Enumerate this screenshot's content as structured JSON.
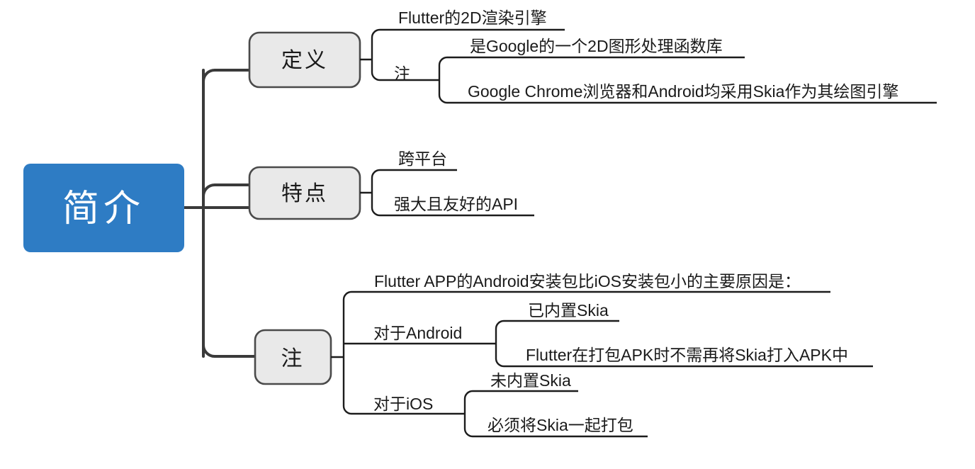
{
  "diagram": {
    "type": "mind-map",
    "title": "简介",
    "background_color": "#ffffff",
    "root_color": "#2e7cc4",
    "node_fill_color": "#e9e9e9",
    "node_border_color": "#4a4a4a",
    "line_color": "#1c1c1c"
  },
  "root": {
    "label": "简介"
  },
  "branches": [
    {
      "label": "定义",
      "children": [
        {
          "label": "Flutter的2D渲染引擎"
        },
        {
          "label": "注",
          "children": [
            {
              "label": "是Google的一个2D图形处理函数库"
            },
            {
              "label": "Google Chrome浏览器和Android均采用Skia作为其绘图引擎"
            }
          ]
        }
      ]
    },
    {
      "label": "特点",
      "children": [
        {
          "label": "跨平台"
        },
        {
          "label": "强大且友好的API"
        }
      ]
    },
    {
      "label": "注",
      "children": [
        {
          "label": "Flutter APP的Android安装包比iOS安装包小的主要原因是："
        },
        {
          "label": "对于Android",
          "children": [
            {
              "label": "已内置Skia"
            },
            {
              "label": "Flutter在打包APK时不需再将Skia打入APK中"
            }
          ]
        },
        {
          "label": "对于iOS",
          "children": [
            {
              "label": "未内置Skia"
            },
            {
              "label": "必须将Skia一起打包"
            }
          ]
        }
      ]
    }
  ]
}
